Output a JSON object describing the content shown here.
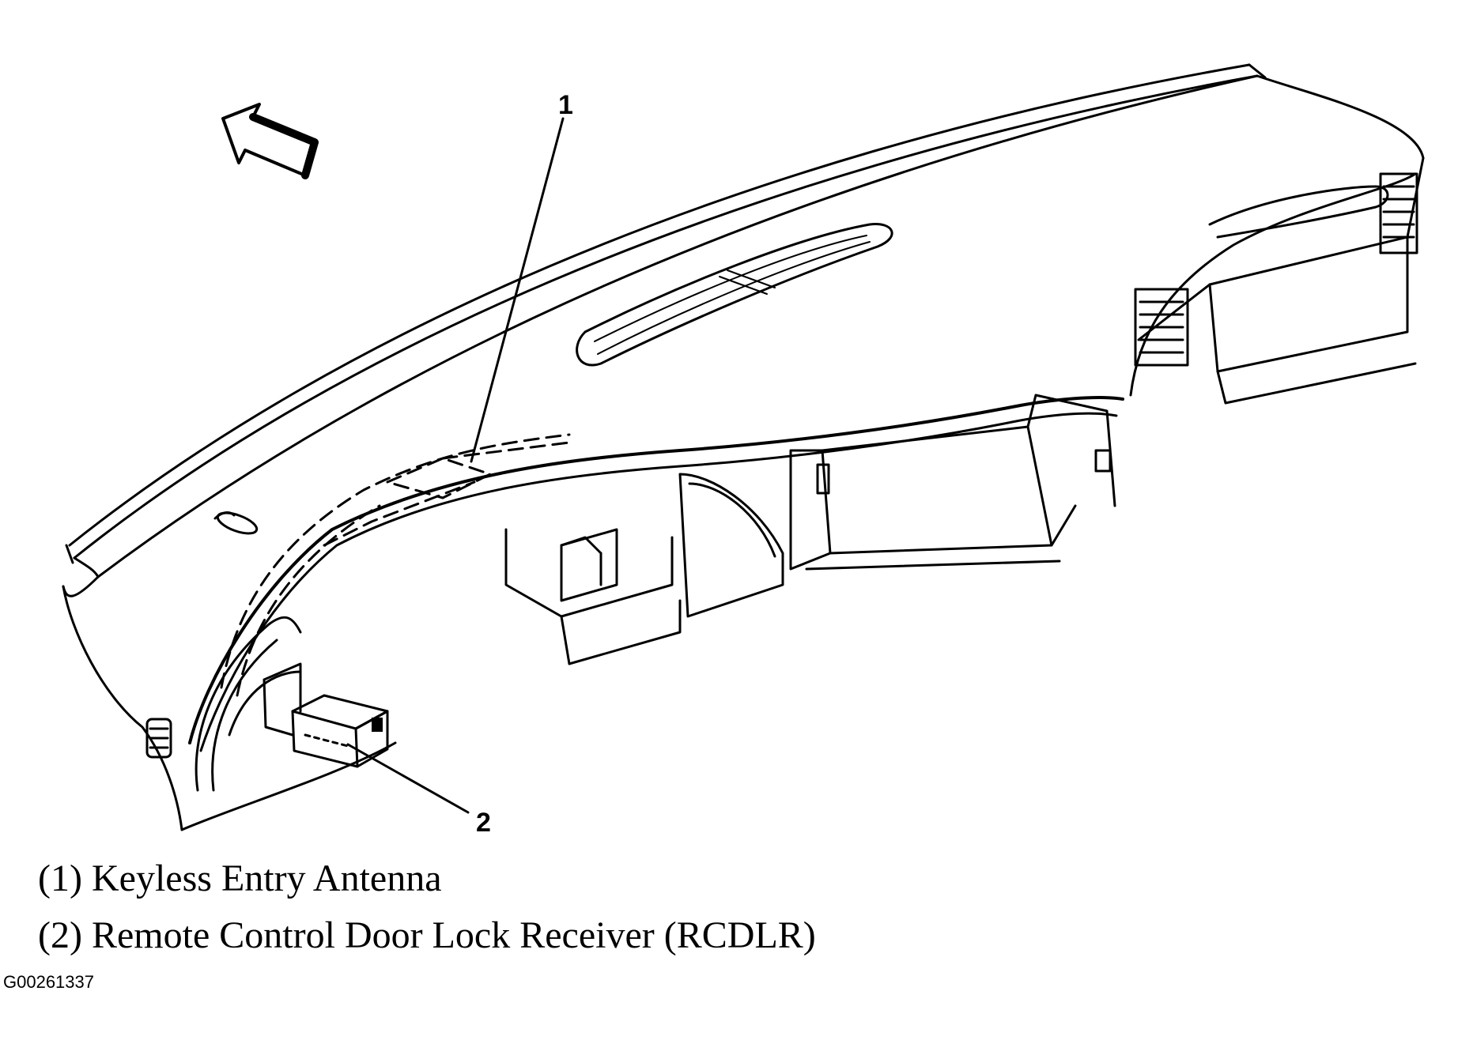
{
  "callouts": [
    {
      "number": "1"
    },
    {
      "number": "2"
    }
  ],
  "legend": [
    {
      "text": "(1) Keyless Entry Antenna"
    },
    {
      "text": "(2) Remote Control Door Lock Receiver (RCDLR)"
    }
  ],
  "figure_id": "G00261337",
  "colors": {
    "line": "#000000",
    "background": "#ffffff"
  },
  "icons": {
    "direction_arrow": "forward-arrow-icon"
  }
}
